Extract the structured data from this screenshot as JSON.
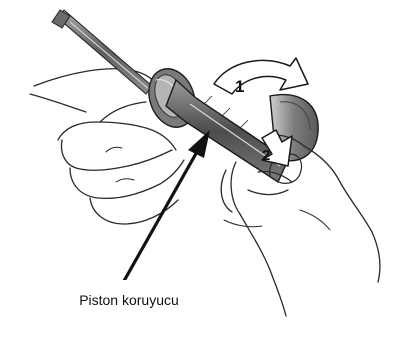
{
  "diagram": {
    "part_label": "Piston koruyucu",
    "steps": [
      "1",
      "2"
    ],
    "colors": {
      "line": "#1a1a1a",
      "shade_dark": "#555555",
      "shade_mid": "#8a8a8a",
      "shade_light": "#c8c8c8",
      "background": "#ffffff"
    }
  }
}
